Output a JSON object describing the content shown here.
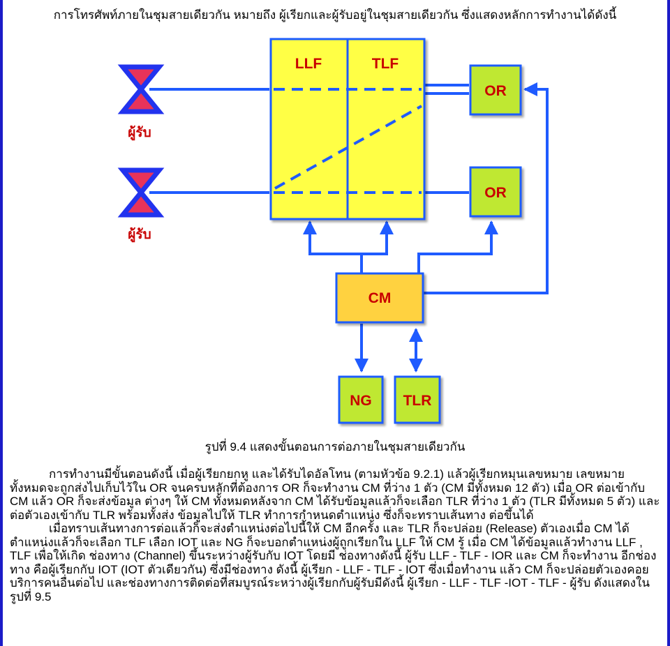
{
  "intro": "การโทรศัพท์ภายในชุมสายเดียวกัน หมายถึง ผู้เรียกและผู้รับอยู่ในชุมสายเดียวกัน ซึ่งแสดงหลักการทำงานได้ดังนี้",
  "diagram": {
    "llf": "LLF",
    "tlf": "TLF",
    "or_top": "OR",
    "or_bottom": "OR",
    "cm": "CM",
    "ng": "NG",
    "tlr": "TLR",
    "receiver_top": "ผู้รับ",
    "receiver_bottom": "ผู้รับ",
    "colors": {
      "box_fill": "#ffff44",
      "or_fill": "#bfe832",
      "cm_fill": "#ffd23f",
      "label_red": "#c80000",
      "line_blue": "#1f5bff",
      "bowtie_blue": "#2233ee",
      "bowtie_red": "#e8335a"
    }
  },
  "caption": "รูปที่ 9.4 แสดงขั้นตอนการต่อภายในชุมสายเดียวกัน",
  "paragraphs": [
    "การทำงานมีขั้นตอนดังนี้ เมื่อผู้เรียกยกหู และได้รับไดอัลโทน (ตามหัวข้อ 9.2.1) แล้วผู้เรียกหมุนเลขหมาย เลขหมายทั้งหมดจะถูกส่งไปเก็บไว้ใน OR จนครบหลักที่ต้องการ OR ก็จะทำงาน CM ที่ว่าง 1 ตัว (CM มีทั้งหมด 12 ตัว) เมื่อ OR ต่อเข้ากับ CM แล้ว OR ก็จะส่งข้อมูล ต่างๆ ให้ CM ทั้งหมดหลังจาก CM ได้รับข้อมูลแล้วก็จะเลือก TLR ที่ว่าง 1 ตัว (TLR มีทั้งหมด 5 ตัว) และต่อตัวเองเข้ากับ TLR พร้อมทั้งส่ง ข้อมูลไปให้ TLR ทำการกำหนดตำแหน่ง ซึ่งก็จะทราบเส้นทาง ต่อขึ้นได้",
    "เมื่อทราบเส้นทางการต่อแล้วก็จะส่งตำแหน่งต่อไปนี้ให้ CM อีกครั้ง และ TLR ก็จะปล่อย (Release) ตัวเองเมื่อ CM ได้ตำแหน่งแล้วก็จะเลือก TLF เลือก IOT และ NG ก็จะบอกตำแหน่งผู้ถูกเรียกใน LLF ให้ CM รู้ เมื่อ CM ได้ข้อมูลแล้วทำงาน LLF , TLF เพื่อให้เกิด ช่องทาง (Channel) ขึ้นระหว่างผู้รับกับ IOT โดยมี ช่องทางดังนี้ ผู้รับ LLF - TLF - IOR และ CM ก็จะทำงาน อีกช่องทาง คือผู้เรียกกับ IOT (IOT ตัวเดียวกัน) ซึ่งมีช่องทาง ดังนี้ ผู้เรียก - LLF - TLF - IOT ซึ่งเมื่อทำงาน แล้ว CM ก็จะปล่อยตัวเองคอยบริการคนอื่นต่อไป และช่องทางการติดต่อที่สมบูรณ์ระหว่างผู้เรียกกับผู้รับมีดังนี้ ผู้เรียก - LLF - TLF -IOT - TLF - ผู้รับ ดังแสดงในรูปที่ 9.5"
  ]
}
